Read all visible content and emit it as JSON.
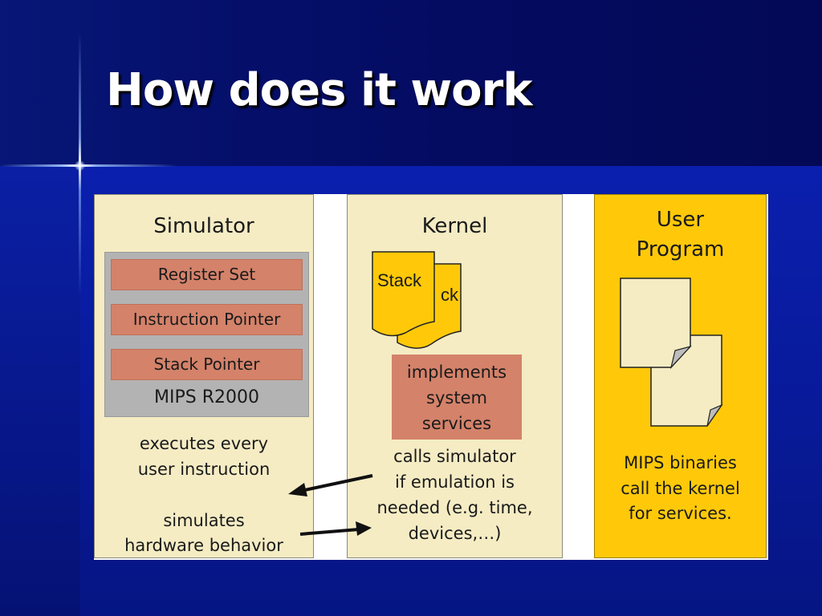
{
  "slide": {
    "title": "How does it work"
  },
  "simulator": {
    "title": "Simulator",
    "registers": [
      "Register Set",
      "Instruction Pointer",
      "Stack Pointer"
    ],
    "cpu_label": "MIPS R2000",
    "text1": [
      "executes every",
      "user instruction"
    ],
    "text2": [
      "simulates",
      "hardware behavior"
    ]
  },
  "kernel": {
    "title": "Kernel",
    "stack_front": "Stack",
    "stack_back": "Stack",
    "services": [
      "implements",
      "system",
      "services"
    ],
    "calls": [
      "calls simulator",
      "if emulation is",
      "needed (e.g. time,",
      "devices,…)"
    ]
  },
  "user_program": {
    "title": [
      "User",
      "Program"
    ],
    "text": [
      "MIPS binaries",
      "call the kernel",
      "for services."
    ]
  },
  "colors": {
    "panel_fill": "#f5ecc4",
    "user_fill": "#ffc90a",
    "register_fill": "#d4826a",
    "cpu_fill": "#b3b3b3",
    "stack_fill": "#ffc90a"
  }
}
